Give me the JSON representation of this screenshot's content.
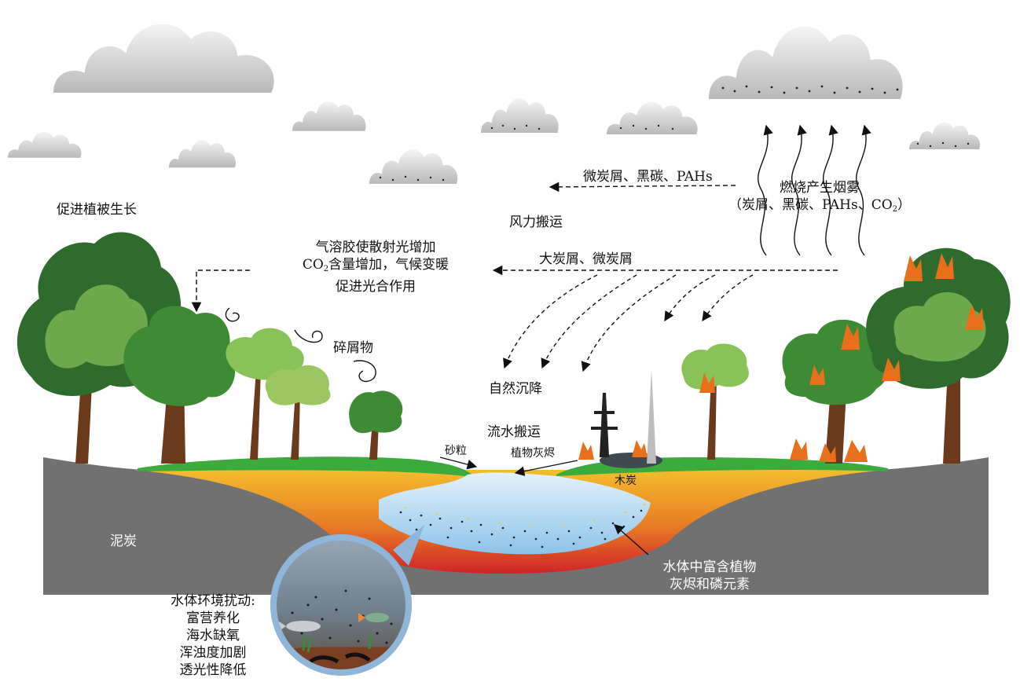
{
  "labels": {
    "promote_growth": "促进植被生长",
    "aerosol_l1": "气溶胶使散射光增加",
    "aerosol_l2a": "CO",
    "aerosol_l2b": "2",
    "aerosol_l2c": "含量增加，气候变暖",
    "aerosol_l3": "促进光合作用",
    "debris": "碎屑物",
    "micro_charcoal": "微炭屑、黑碳、PAHs",
    "wind_transport": "风力搬运",
    "big_charcoal": "大炭屑、微炭屑",
    "smoke_l1": "燃烧产生烟雾",
    "smoke_l2a": "（炭屑、黑碳、PAHs、CO",
    "smoke_l2b": "2",
    "smoke_l2c": "）",
    "natural_settling": "自然沉降",
    "water_transport": "流水搬运",
    "sand": "砂粒",
    "plant_ash": "植物灰烬",
    "charcoal": "木炭",
    "peat": "泥炭",
    "water_rich_l1": "水体中富含植物",
    "water_rich_l2": "灰烬和磷元素",
    "disturb_l1": "水体环境扰动:",
    "disturb_l2": "富营养化",
    "disturb_l3": "海水缺氧",
    "disturb_l4": "浑浊度加剧",
    "disturb_l5": "透光性降低"
  },
  "colors": {
    "ground": "#707070",
    "grass": "#3daa3d",
    "soil_top": "#f1b12c",
    "soil_bottom": "#d2262b",
    "water": "#bfe0f5",
    "cloud": "#cfcfcf",
    "tree_dark": "#2e6b2c",
    "tree_light": "#6ea84d",
    "fire": "#e8701c",
    "lens_ring": "#8fb5d8"
  }
}
